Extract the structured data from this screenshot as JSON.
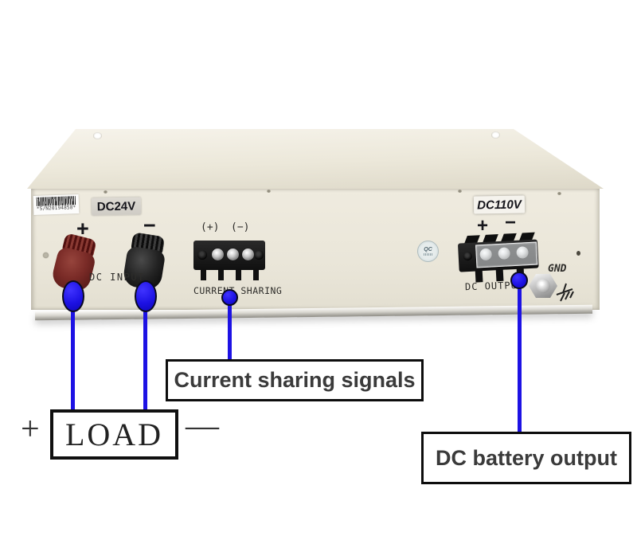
{
  "device": {
    "serial": "*S/N20194858*",
    "input_voltage": "DC24V",
    "output_voltage": "DC110V",
    "input_plus": "+",
    "input_minus": "−",
    "input_label": "DC INPUT",
    "sharing_plus": "(+)",
    "sharing_minus": "(−)",
    "sharing_label": "CURRENT SHARING",
    "output_plus": "+",
    "output_minus": "−",
    "output_label": "DC OUTPUT",
    "ground_label": "GND",
    "qc_stamp": "QC"
  },
  "callouts": {
    "current_sharing": "Current sharing signals",
    "load": "LOAD",
    "load_plus": "+",
    "load_minus": "—",
    "battery_output": "DC battery output"
  },
  "colors": {
    "annotation_blue": "#1d12e4",
    "chassis_beige": "#e9e5d8",
    "terminal_red": "#7c2b27",
    "terminal_black": "#1d1d1d"
  }
}
